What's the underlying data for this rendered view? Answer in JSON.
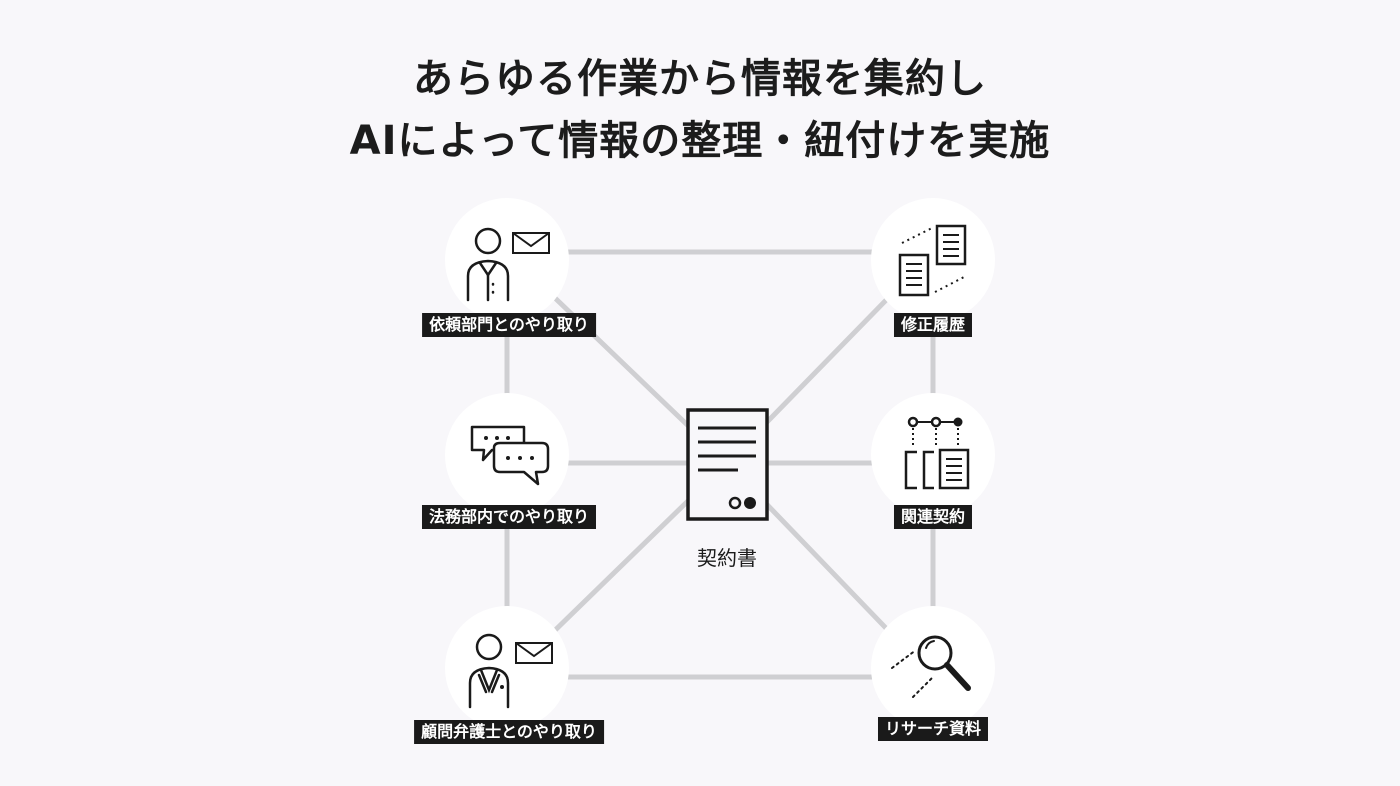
{
  "title": {
    "line1": "あらゆる作業から情報を集約し",
    "line2": "AIによって情報の整理・紐付けを実施"
  },
  "center": {
    "label": "契約書",
    "icon": "contract-document-icon"
  },
  "nodes": [
    {
      "id": "request",
      "label": "依頼部門とのやり取り",
      "icon": "person-with-mail-icon"
    },
    {
      "id": "legal",
      "label": "法務部内でのやり取り",
      "icon": "chat-bubbles-icon"
    },
    {
      "id": "counsel",
      "label": "顧問弁護士とのやり取り",
      "icon": "lawyer-with-mail-icon"
    },
    {
      "id": "revision",
      "label": "修正履歴",
      "icon": "revision-documents-icon"
    },
    {
      "id": "related",
      "label": "関連契約",
      "icon": "linked-documents-icon"
    },
    {
      "id": "research",
      "label": "リサーチ資料",
      "icon": "magnifier-icon"
    }
  ]
}
